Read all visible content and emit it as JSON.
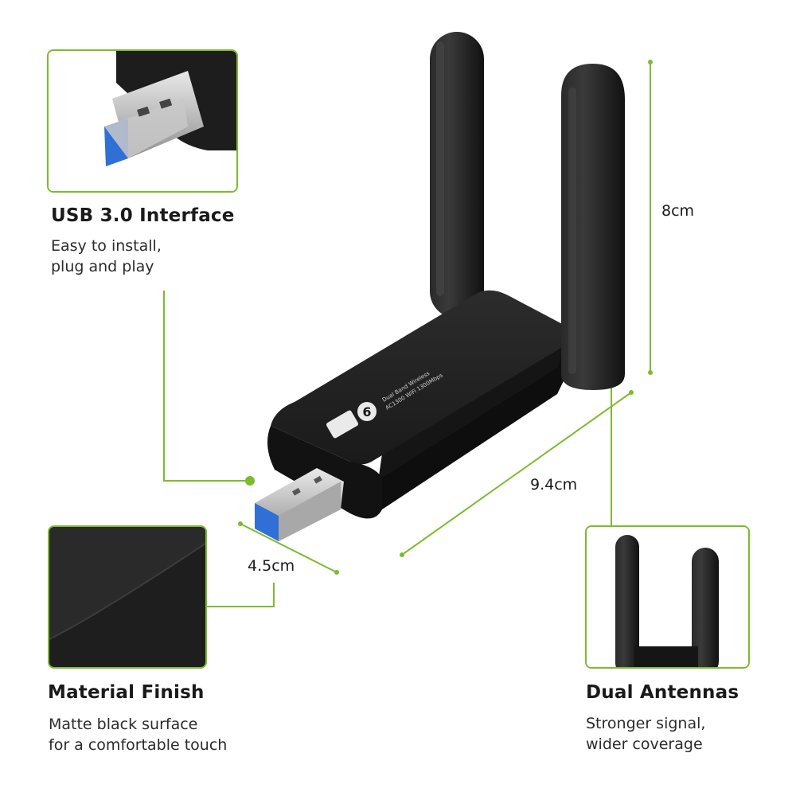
{
  "features": {
    "usb": {
      "title": "USB 3.0 Interface",
      "desc_line1": "Easy to install,",
      "desc_line2": "plug and play"
    },
    "material": {
      "title": "Material Finish",
      "desc_line1": "Matte black surface",
      "desc_line2": "for a comfortable touch"
    },
    "antennas": {
      "title": "Dual Antennas",
      "desc_line1": "Stronger signal,",
      "desc_line2": "wider coverage"
    }
  },
  "dimensions": {
    "height": "8cm",
    "length": "9.4cm",
    "width": "4.5cm"
  },
  "product_print": {
    "badge": "6",
    "text_line1": "Dual Band Wireless",
    "text_line2": "AC1300 WiFi 1300Mbps"
  },
  "colors": {
    "accent": "#7dbb2e",
    "body": "#1c1c1c",
    "usb_blue": "#2f6fd6"
  }
}
